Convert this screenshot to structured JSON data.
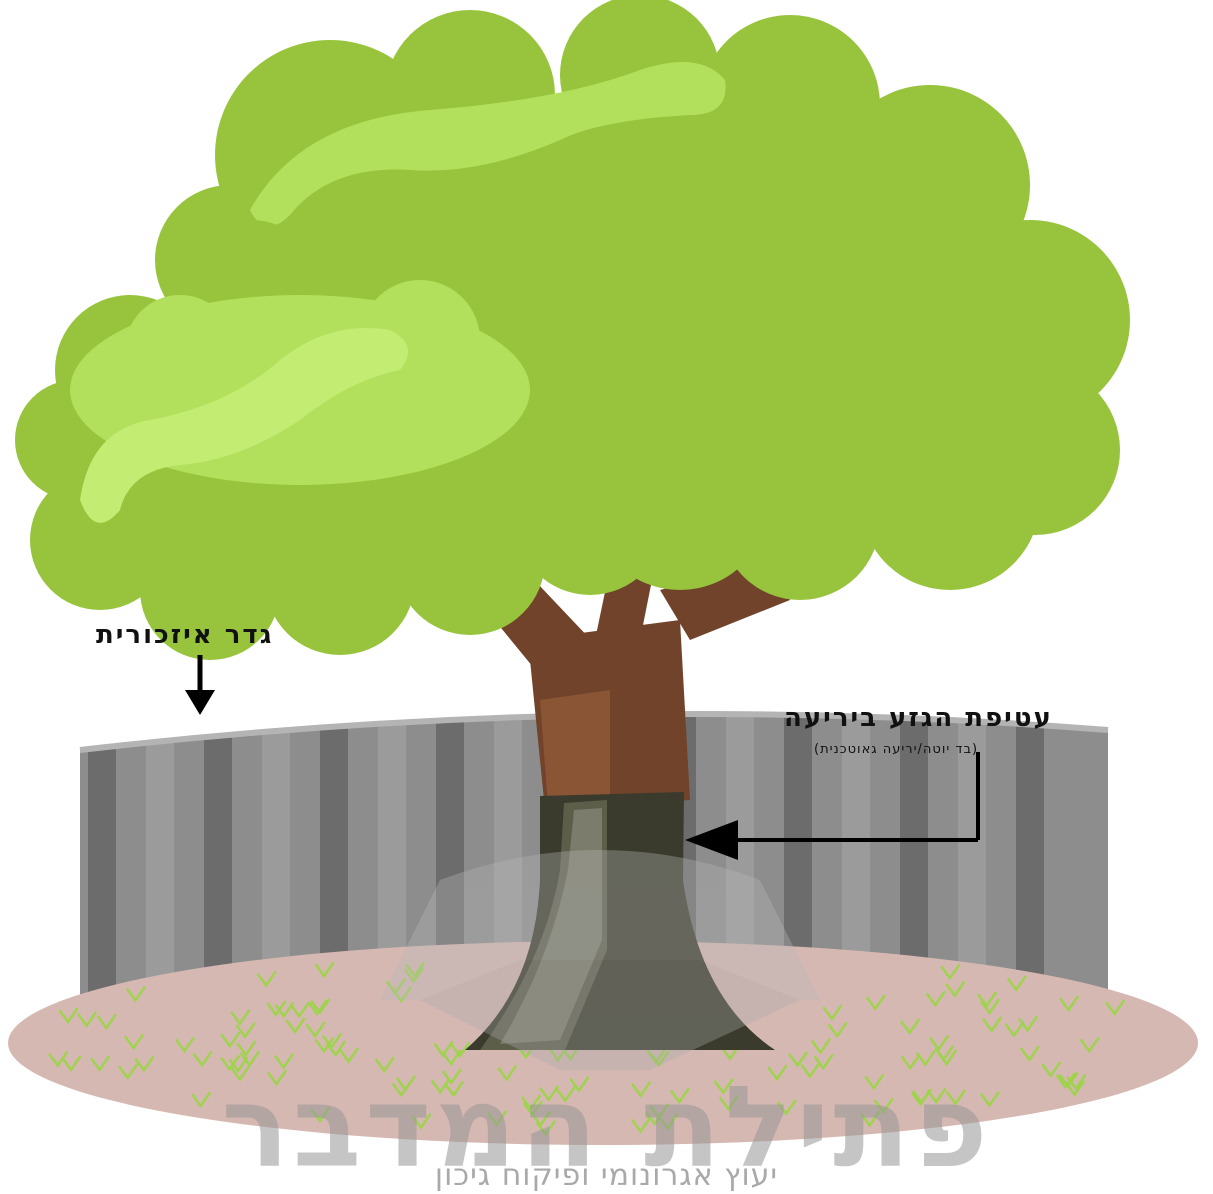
{
  "labels": {
    "fence": "גדר איזכורית",
    "trunk_wrap": "עטיפת הגזע ביריעה",
    "trunk_wrap_note": "(בד יוטה/יריעה גאוטכנית)"
  },
  "watermark": {
    "brand": "פתילת המדבר",
    "tagline": "יעוץ אגרונומי ופיקוח גיכון"
  },
  "colors": {
    "canopy_dark": "#97c43c",
    "canopy_light": "#b3e05c",
    "trunk": "#70432a",
    "fence_light": "#9b9b9b",
    "fence_dark": "#6c6c6c",
    "ground": "#d6b8b2",
    "grass": "#9fd34e",
    "wrap": "#3a3b2c"
  }
}
